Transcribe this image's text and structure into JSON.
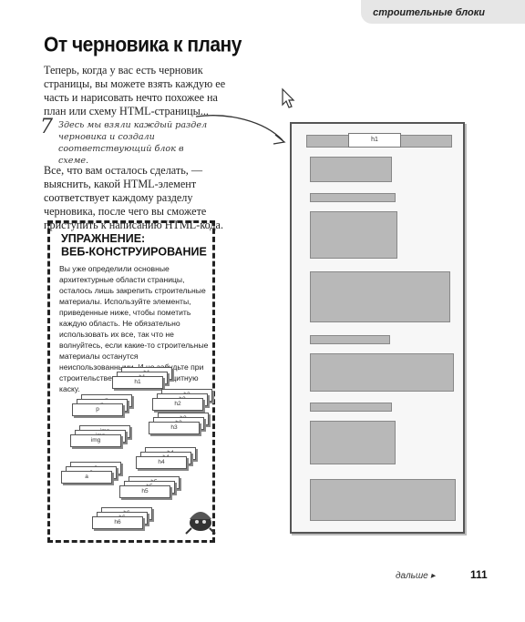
{
  "header": {
    "section": "строительные блоки"
  },
  "title": "От черновика к плану",
  "intro": "Теперь, когда у вас есть черновик страницы, вы можете взять каждую ее часть и нарисовать нечто похожее на план или схему HTML-страницы...",
  "note": {
    "mark": "7",
    "text": "Здесь мы взяли каждый раздел черновика и создали соответствующий блок в схеме."
  },
  "para2": "Все, что вам осталось сделать, — выяснить, какой HTML-элемент соответствует каждому разделу черновика, после чего вы сможете приступить к написанию HTML-кода.",
  "exercise": {
    "title_line1": "УПРАЖНЕНИЕ:",
    "title_line2": "ВЕБ-КОНСТРУИРОВАНИЕ",
    "body": "Вы уже определили основные архитектурные области страницы, осталось лишь закрепить строительные материалы. Используйте элементы, приведенные ниже, чтобы пометить каждую область. Не обязательно использовать их все, так что не волнуйтесь, если какие-то строительные материалы останутся неиспользованными. И не забудьте при строительстве надеть свою защитную каску.",
    "tags": [
      "h1",
      "h1",
      "h1",
      "h2",
      "h2",
      "h2",
      "p",
      "p",
      "p",
      "h3",
      "h3",
      "h3",
      "img",
      "img",
      "img",
      "h4",
      "h4",
      "h4",
      "a",
      "a",
      "a",
      "h5",
      "h5",
      "h5",
      "h6",
      "h6",
      "h6"
    ]
  },
  "sketch": {
    "h1_label": "h1"
  },
  "footer": {
    "next": "дальше ▸",
    "page": "111"
  }
}
